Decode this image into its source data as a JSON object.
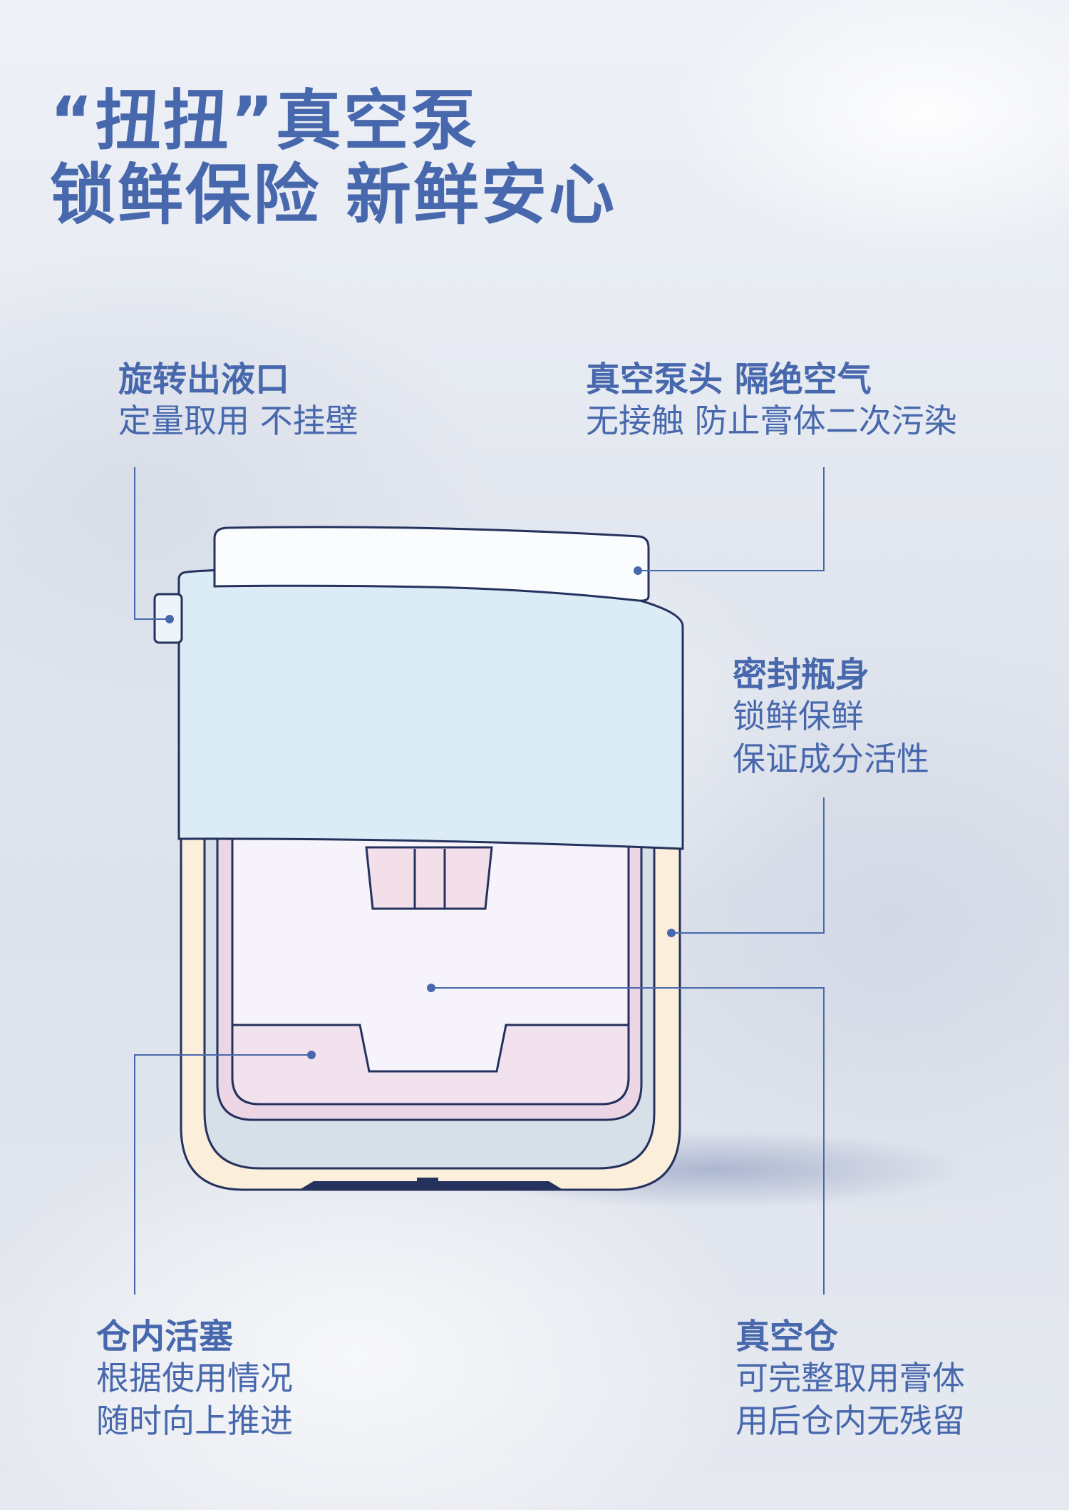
{
  "title": {
    "line1": "“扭扭”真空泵",
    "line2": "锁鲜保险 新鲜安心"
  },
  "callouts": {
    "rotary_outlet": {
      "heading": "旋转出液口",
      "lines": [
        "定量取用 不挂壁"
      ]
    },
    "pump_head": {
      "heading": "真空泵头  隔绝空气",
      "lines": [
        "无接触 防止膏体二次污染"
      ]
    },
    "sealed_body": {
      "heading": "密封瓶身",
      "lines": [
        "锁鲜保鲜",
        "保证成分活性"
      ]
    },
    "piston": {
      "heading": "仓内活塞",
      "lines": [
        "根据使用情况",
        "随时向上推进"
      ]
    },
    "vacuum_chamber": {
      "heading": "真空仓",
      "lines": [
        "可完整取用膏体",
        "用后仓内无残留"
      ]
    }
  },
  "colors": {
    "accent": "#4868ad",
    "outline": "#25325e",
    "cap": "#dcecf6",
    "pump_head": "#fbfcfe",
    "base": "#fbefdb",
    "chamber": "#f5f3f9",
    "piston": "#f1e3ef",
    "inner_wall": "#d7e0e8",
    "shadow": "#b7c1d8"
  }
}
